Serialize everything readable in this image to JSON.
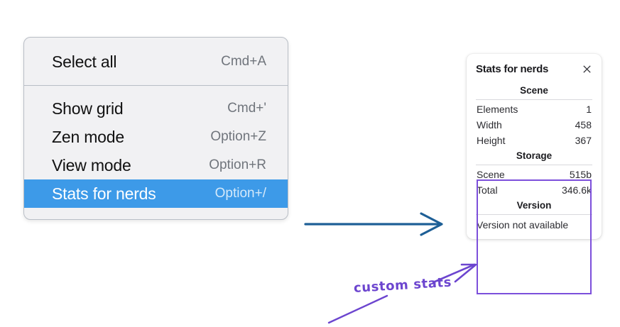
{
  "context_menu": {
    "sections": [
      {
        "items": [
          {
            "label": "Select all",
            "shortcut": "Cmd+A",
            "selected": false
          }
        ]
      },
      {
        "items": [
          {
            "label": "Show grid",
            "shortcut": "Cmd+'",
            "selected": false
          },
          {
            "label": "Zen mode",
            "shortcut": "Option+Z",
            "selected": false
          },
          {
            "label": "View mode",
            "shortcut": "Option+R",
            "selected": false
          },
          {
            "label": "Stats for nerds",
            "shortcut": "Option+/",
            "selected": true
          }
        ]
      }
    ],
    "highlight_color": "#3d9ae8",
    "background_color": "#f1f1f3"
  },
  "stats_panel": {
    "title": "Stats for nerds",
    "close_icon": "close-icon",
    "sections": [
      {
        "heading": "Scene",
        "rows": [
          {
            "label": "Elements",
            "value": "1"
          },
          {
            "label": "Width",
            "value": "458"
          },
          {
            "label": "Height",
            "value": "367"
          }
        ]
      },
      {
        "heading": "Storage",
        "rows": [
          {
            "label": "Scene",
            "value": "515b"
          },
          {
            "label": "Total",
            "value": "346.6k"
          }
        ]
      },
      {
        "heading": "Version",
        "text": "Version not available"
      }
    ]
  },
  "annotations": {
    "custom_stats_label": "custom stats",
    "purple_color": "#6c45cf",
    "blue_arrow_color": "#1e5f96"
  }
}
